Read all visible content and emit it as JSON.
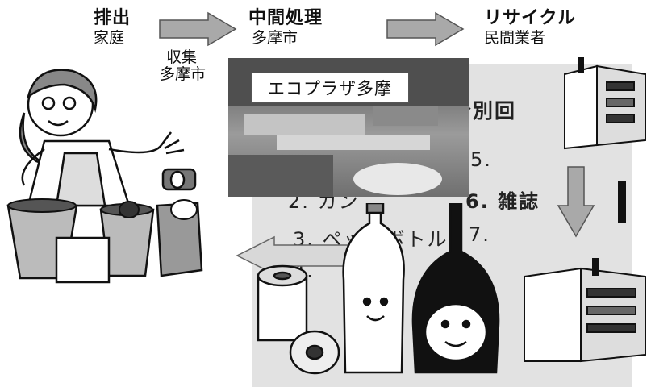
{
  "flow": {
    "stage1": {
      "title": "排出",
      "actor": "家庭"
    },
    "stage2": {
      "title": "中間処理",
      "actor": "多摩市"
    },
    "stage3": {
      "title": "リサイクル",
      "actor": "民間業者"
    },
    "collection": {
      "line1": "収集",
      "line2": "多摩市"
    }
  },
  "photo": {
    "label": "エコプラザ多摩"
  },
  "board": {
    "heading": "分別回",
    "items": [
      "5.",
      "2. カン",
      "6. 雑誌",
      "3. ペットボトル",
      "7.",
      "4."
    ]
  }
}
